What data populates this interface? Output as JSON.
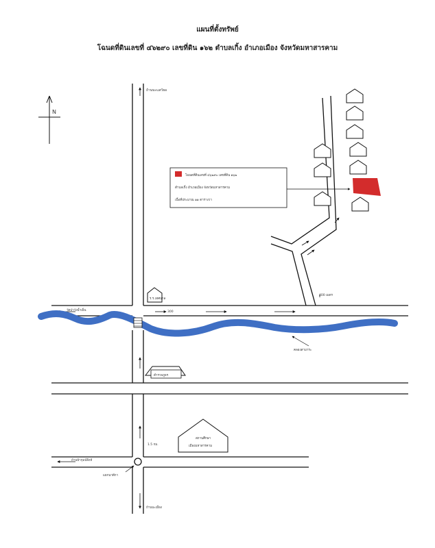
{
  "title": {
    "line1": "แผนที่ตั้งทรัพย์",
    "line2": "โฉนดที่ดินเลขที่ ๔๖๒๙๐ เลขที่ดิน ๑๖๒ ตำบลเกิ้ง อำเภอเมือง จังหวัดมหาสารคาม"
  },
  "compass": {
    "label": "N"
  },
  "labels": {
    "road_north": "ถ้านบะแสวัยอ",
    "subject_box_line1": "โฉนดที่ดินเลขที่ ๔๖๒๙๐ เลขที่ดิน ๑๖๒",
    "subject_box_line2": "ตำบลเกิ้ง อำเภอเมือง จังหวัดมหาสารคาม",
    "subject_box_line3": "เนื้อที่ประมาณ ๑๑ ตารางวา",
    "distance_400": "400 เมตร",
    "temple": "วัดป่าวังน้ำเย็น",
    "school": "ร.ร.เทศบาล",
    "distance_300": "300",
    "canal": "คลองสามาระ",
    "police": "ตำรวจภูธร",
    "college_line1": "สถานศึกษา",
    "college_line2": "เมืองมหาสารคาม",
    "distance_15km": "1.5 กม.",
    "road_west": "ถ้านบ้ากุมบ์สิงห์",
    "intersection": "แยกนาดีกา",
    "road_south": "ถ้านบะเมือง"
  },
  "colors": {
    "river": "#3f6fc4",
    "subject": "#d32c2c",
    "line": "#111111"
  }
}
